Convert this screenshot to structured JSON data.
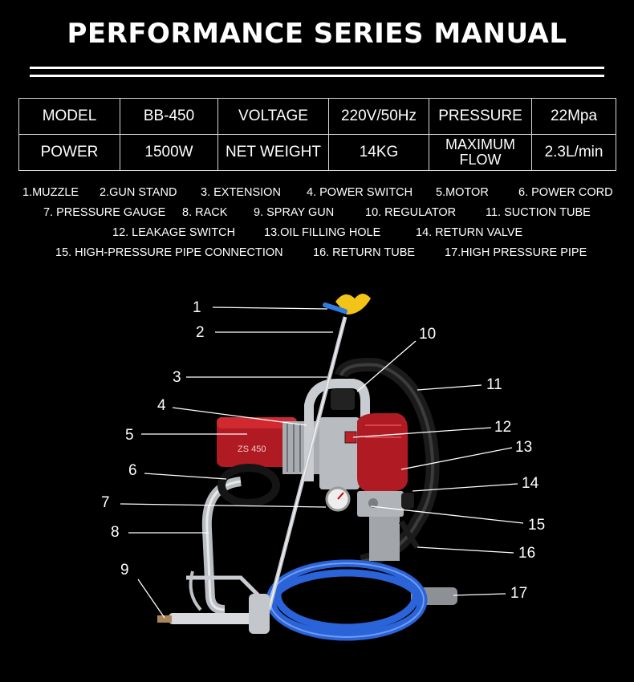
{
  "title": "PERFORMANCE SERIES MANUAL",
  "spec": {
    "model_label": "MODEL",
    "model_value": "BB-450",
    "voltage_label": "VOLTAGE",
    "voltage_value": "220V/50Hz",
    "pressure_label": "PRESSURE",
    "pressure_value": "22Mpa",
    "power_label": "POWER",
    "power_value": "1500W",
    "net_weight_label": "NET WEIGHT",
    "net_weight_value": "14KG",
    "max_flow_label_line1": "MAXIMUM",
    "max_flow_label_line2": "FLOW",
    "max_flow_value": "2.3L/min"
  },
  "parts": [
    "1.MUZZLE",
    "2.GUN STAND",
    "3. EXTENSION",
    "4. POWER SWITCH",
    "5.MOTOR",
    "6. POWER CORD",
    "7. PRESSURE GAUGE",
    "8. RACK",
    "9. SPRAY GUN",
    "10. REGULATOR",
    "11. SUCTION TUBE",
    "12. LEAKAGE SWITCH",
    "13.OIL FILLING HOLE",
    "14. RETURN VALVE",
    "15. HIGH-PRESSURE PIPE CONNECTION",
    "16. RETURN TUBE",
    "17.HIGH PRESSURE PIPE"
  ],
  "callouts": [
    "1",
    "2",
    "3",
    "4",
    "5",
    "6",
    "7",
    "8",
    "9",
    "10",
    "11",
    "12",
    "13",
    "14",
    "15",
    "16",
    "17"
  ],
  "product_marking": "ZS 450",
  "colors": {
    "background": "#000000",
    "motor_red": "#b01a22",
    "hose_blue": "#2b63d9",
    "nozzle_yellow": "#f2c318"
  }
}
